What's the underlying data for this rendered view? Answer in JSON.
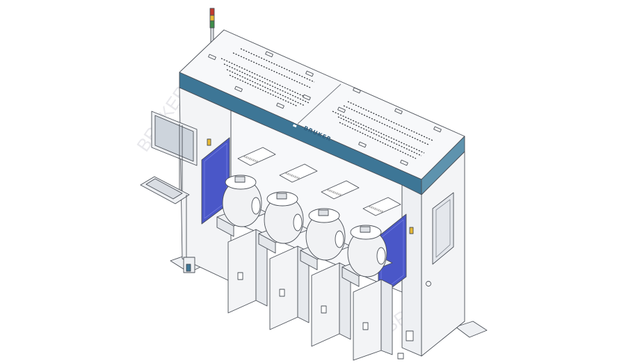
{
  "figure": {
    "brand_text": "BRUKER",
    "watermark_text": "BRUKER",
    "load_port_count": 4,
    "load_port_labels": [
      "XXXXXXXX",
      "XXXXXXXX",
      "XXXXXXXX",
      "XXXXXXXX"
    ]
  },
  "colors": {
    "frame_blue": "#3d7696",
    "frame_blue_light": "#5e93ae",
    "door_blue": "#4a57c8",
    "door_blue_light": "#6f7ae0",
    "monitor_screen": "#cdd4dc",
    "panel_white": "#f7f8fa",
    "line": "#4a4f57",
    "tower_red": "#c23a2e",
    "tower_green": "#3e8d4a",
    "indicator_yellow": "#e7b934"
  },
  "icons": [
    "signal-tower-icon",
    "logo-icon"
  ]
}
